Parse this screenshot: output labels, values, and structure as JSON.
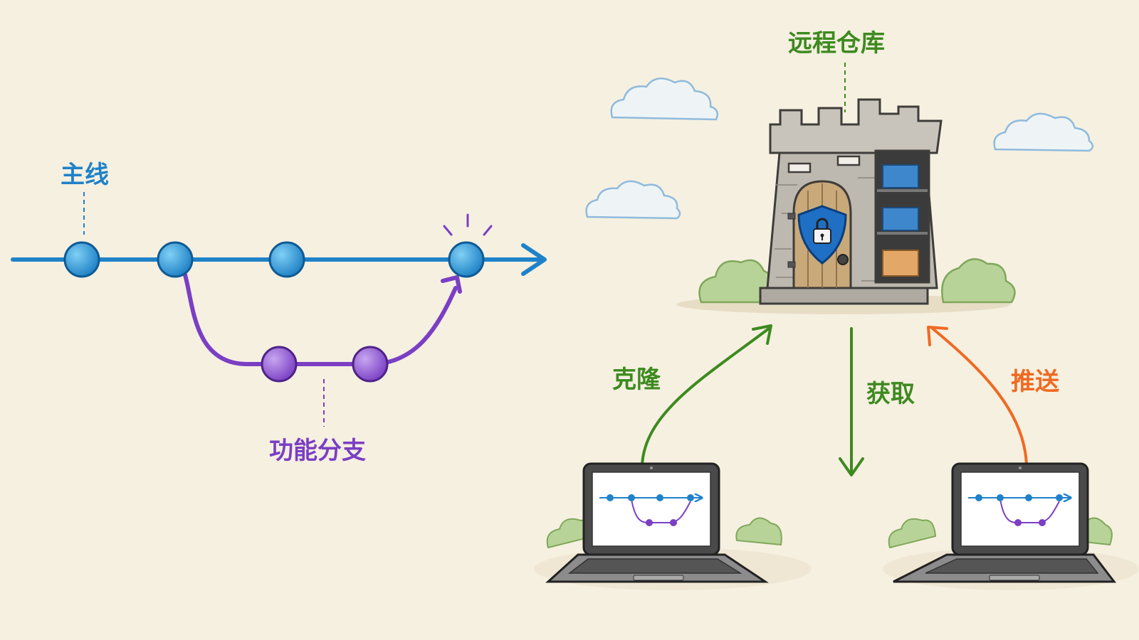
{
  "labels": {
    "mainline": "主线",
    "feature_branch": "功能分支",
    "remote_repo": "远程仓库",
    "clone": "克隆",
    "fetch": "获取",
    "push": "推送"
  },
  "colors": {
    "background": "#f6f0e1",
    "mainline_blue": "#1f82c9",
    "feature_purple": "#7a3fc4",
    "remote_green": "#3d8a1f",
    "push_orange": "#ef6a22",
    "stone": "#b9b6ae",
    "door_wood": "#c9a97a",
    "shield_blue": "#1f6fc4",
    "bush_green": "#9cc27a",
    "cloud_blue": "#9ec7e6"
  },
  "icons": [
    "cloud-icon",
    "tower-icon",
    "shield-lock-icon",
    "laptop-icon",
    "bush-icon"
  ]
}
